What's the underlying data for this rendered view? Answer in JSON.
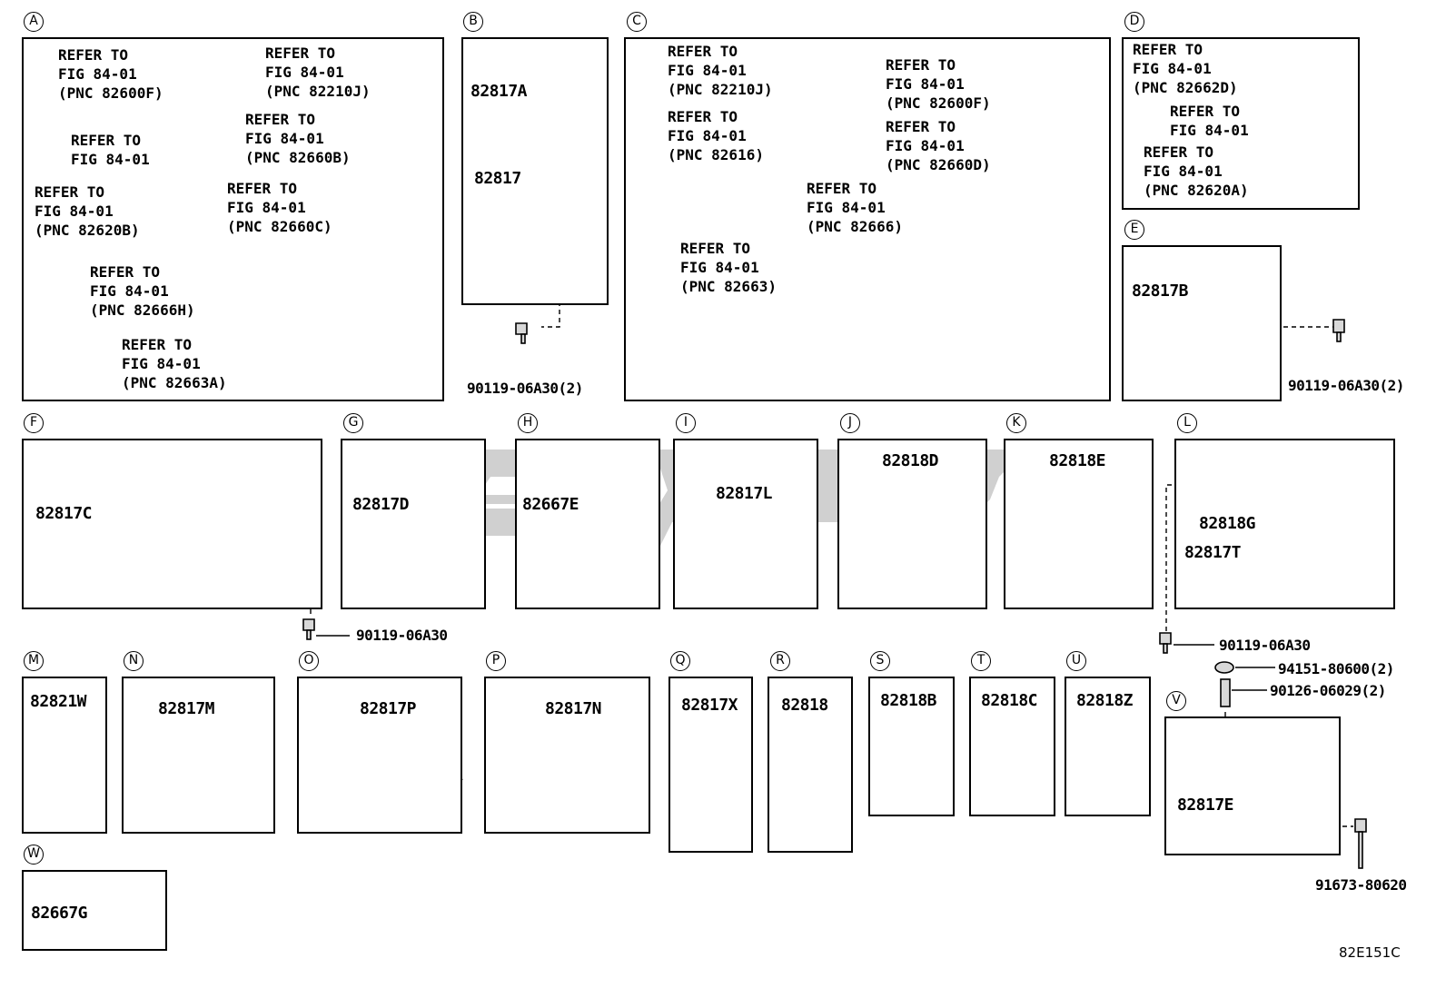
{
  "sections": [
    {
      "letter": "A",
      "refs": [
        {
          "l1": "REFER TO",
          "l2": "FIG 84-01",
          "l3": "(PNC 82600F)"
        },
        {
          "l1": "REFER TO",
          "l2": "FIG 84-01",
          "l3": "(PNC 82210J)"
        },
        {
          "l1": "REFER TO",
          "l2": "FIG 84-01",
          "l3": ""
        },
        {
          "l1": "REFER TO",
          "l2": "FIG 84-01",
          "l3": "(PNC 82660B)"
        },
        {
          "l1": "REFER TO",
          "l2": "FIG 84-01",
          "l3": "(PNC 82620B)"
        },
        {
          "l1": "REFER TO",
          "l2": "FIG 84-01",
          "l3": "(PNC 82660C)"
        },
        {
          "l1": "REFER TO",
          "l2": "FIG 84-01",
          "l3": "(PNC 82666H)"
        },
        {
          "l1": "REFER TO",
          "l2": "FIG 84-01",
          "l3": "(PNC 82663A)"
        }
      ]
    },
    {
      "letter": "B",
      "parts": [
        "82817A",
        "82817"
      ],
      "fastener": "90119-06A30(2)"
    },
    {
      "letter": "C",
      "refs": [
        {
          "l1": "REFER TO",
          "l2": "FIG 84-01",
          "l3": "(PNC 82210J)"
        },
        {
          "l1": "REFER TO",
          "l2": "FIG 84-01",
          "l3": "(PNC 82600F)"
        },
        {
          "l1": "REFER TO",
          "l2": "FIG 84-01",
          "l3": "(PNC 82616)"
        },
        {
          "l1": "REFER TO",
          "l2": "FIG 84-01",
          "l3": "(PNC 82660D)"
        },
        {
          "l1": "REFER TO",
          "l2": "FIG 84-01",
          "l3": "(PNC 82666)"
        },
        {
          "l1": "REFER TO",
          "l2": "FIG 84-01",
          "l3": "(PNC 82663)"
        }
      ]
    },
    {
      "letter": "D",
      "refs": [
        {
          "l1": "REFER TO",
          "l2": "FIG 84-01",
          "l3": "(PNC 82662D)"
        },
        {
          "l1": "REFER TO",
          "l2": "FIG 84-01",
          "l3": ""
        },
        {
          "l1": "REFER TO",
          "l2": "FIG 84-01",
          "l3": "(PNC 82620A)"
        }
      ]
    },
    {
      "letter": "E",
      "parts": [
        "82817B"
      ],
      "fastener": "90119-06A30(2)"
    },
    {
      "letter": "F",
      "parts": [
        "82817C"
      ],
      "fastener": "90119-06A30"
    },
    {
      "letter": "G",
      "parts": [
        "82817D"
      ]
    },
    {
      "letter": "H",
      "parts": [
        "82667E"
      ]
    },
    {
      "letter": "I",
      "parts": [
        "82817L"
      ]
    },
    {
      "letter": "J",
      "parts": [
        "82818D"
      ]
    },
    {
      "letter": "K",
      "parts": [
        "82818E"
      ]
    },
    {
      "letter": "L",
      "parts": [
        "82818G",
        "82817T"
      ],
      "fastener": "90119-06A30"
    },
    {
      "letter": "M",
      "parts": [
        "82821W"
      ]
    },
    {
      "letter": "N",
      "parts": [
        "82817M"
      ]
    },
    {
      "letter": "O",
      "parts": [
        "82817P"
      ]
    },
    {
      "letter": "P",
      "parts": [
        "82817N"
      ]
    },
    {
      "letter": "Q",
      "parts": [
        "82817X"
      ]
    },
    {
      "letter": "R",
      "parts": [
        "82818"
      ]
    },
    {
      "letter": "S",
      "parts": [
        "82818B"
      ]
    },
    {
      "letter": "T",
      "parts": [
        "82818C"
      ]
    },
    {
      "letter": "U",
      "parts": [
        "82818Z"
      ]
    },
    {
      "letter": "V",
      "parts": [
        "82817E"
      ],
      "fasteners": [
        "94151-80600(2)",
        "90126-06029(2)",
        "91673-80620"
      ]
    },
    {
      "letter": "W",
      "parts": [
        "82667G"
      ]
    }
  ],
  "diagram_code": "82E151C"
}
